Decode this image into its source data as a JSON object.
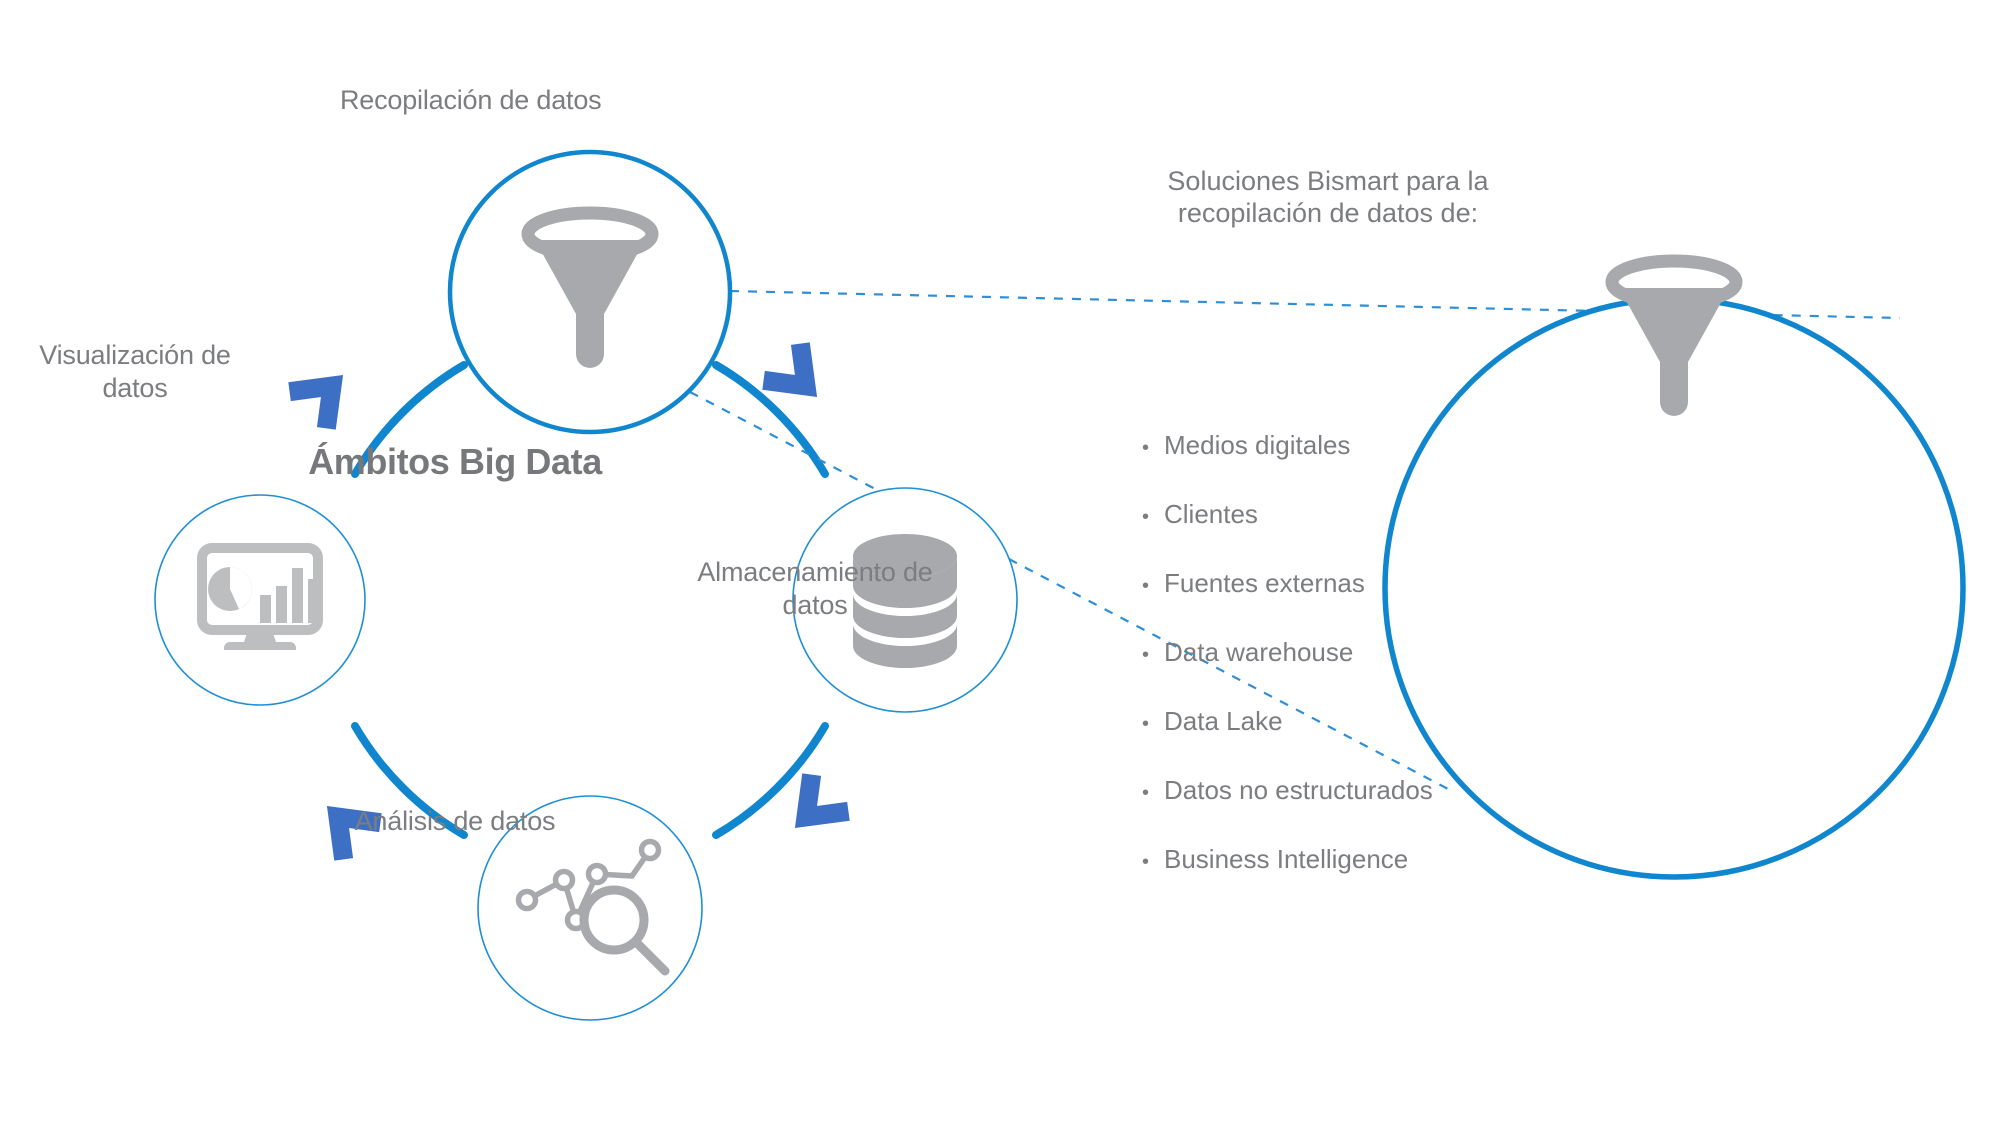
{
  "diagram": {
    "center_title": "Ámbitos Big Data",
    "nodes": [
      {
        "id": "collection",
        "label": "Recopilación de datos",
        "icon": "funnel-icon",
        "position": "top"
      },
      {
        "id": "storage",
        "label": "Almacenamiento de\ndatos",
        "icon": "database-icon",
        "position": "right"
      },
      {
        "id": "analysis",
        "label": "Análisis de datos",
        "icon": "line-chart-magnifier-icon",
        "position": "bottom"
      },
      {
        "id": "visualization",
        "label": "Visualización de\ndatos",
        "icon": "monitor-chart-icon",
        "position": "left"
      }
    ],
    "arrow_count": 4,
    "flow_direction": "clockwise"
  },
  "panel": {
    "heading_line_1": "Soluciones Bismart para la",
    "heading_line_2": "recopilación de datos de:",
    "icon": "funnel-icon",
    "bullet_marker": "•",
    "bullets": [
      "Medios digitales",
      "Clientes",
      "Fuentes externas",
      "Data warehouse",
      "Data Lake",
      "Datos no estructurados",
      "Business Intelligence"
    ]
  },
  "colors": {
    "ring_blue": "#0f86ce",
    "arrow_blue": "#3d6fc4",
    "node_stroke_light": "#1e8fd5",
    "icon_gray": "#a7a9ac",
    "text_gray": "#7b7d80",
    "title_gray": "#76787b",
    "connector_blue": "#2f8fd6",
    "background": "#ffffff"
  }
}
